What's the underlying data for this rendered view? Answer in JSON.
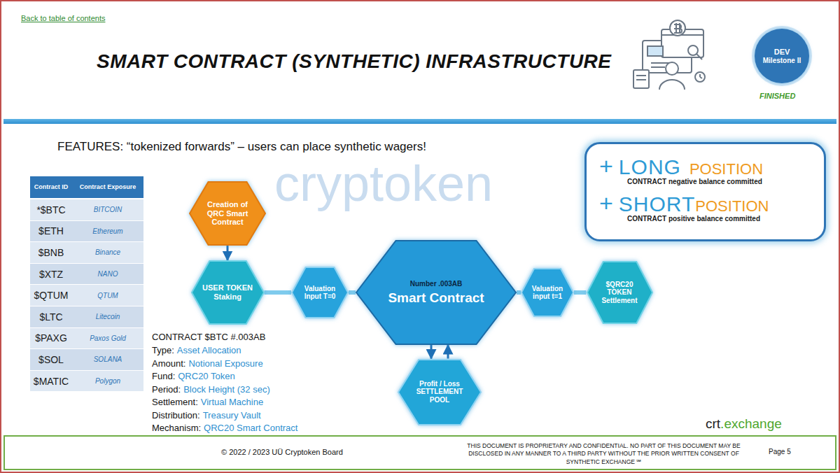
{
  "diagram": {
    "title": "SMART CONTRACT (SYNTHETIC) INFRASTRUCTURE",
    "nodes": [
      {
        "text": [
          "DEV",
          "Milestone II"
        ]
      },
      {
        "text": [
          "+",
          "LONG",
          "POSITION",
          "CONTRACT negative balance committed",
          "+",
          "SHORT",
          "POSITION",
          "CONTRACT positive balance committed"
        ]
      },
      {
        "text": [
          "Creation of QRC Smart Contract"
        ]
      },
      {
        "text": [
          "USER TOKEN Staking"
        ]
      },
      {
        "text": [
          "Valuation Input T=0"
        ]
      },
      {
        "text": [
          "Number .003AB",
          "Smart Contract"
        ]
      },
      {
        "text": [
          "Profit / Loss",
          "SETTLEMENT POOL"
        ]
      },
      {
        "text": [
          "Valuation input t=1"
        ]
      },
      {
        "text": [
          "$QRC20 TOKEN Settlement"
        ]
      }
    ],
    "edges": [
      {
        "from": 2,
        "to": 3,
        "arrow": "to"
      },
      {
        "from": 3,
        "to": 4,
        "arrow": "none"
      },
      {
        "from": 4,
        "to": 5,
        "arrow": "none"
      },
      {
        "from": 5,
        "to": 6,
        "arrow": "to"
      },
      {
        "from": 6,
        "to": 5,
        "arrow": "to"
      },
      {
        "from": 5,
        "to": 7,
        "arrow": "none"
      },
      {
        "from": 7,
        "to": 8,
        "arrow": "none"
      }
    ],
    "labels": [
      "Back to table of contents",
      "FINISHED",
      "FEATURES: “tokenized forwards” – users can place synthetic wagers!",
      "Contract ID",
      "Contract Exposure",
      "*$BTC",
      "BITCOIN",
      "$ETH",
      "Ethereum",
      "$BNB",
      "Binance",
      "$XTZ",
      "NANO",
      "$QTUM",
      "QTUM",
      "$LTC",
      "Litecoin",
      "$PAXG",
      "Paxos Gold",
      "$SOL",
      "SOLANA",
      "$MATIC",
      "Polygon",
      "CONTRACT $BTC #.003AB",
      "Type:",
      "Asset Allocation",
      "Amount:",
      "Notional Exposure",
      "Fund:",
      "QRC20 Token",
      "Period:",
      "Block Height (32 sec)",
      "Settlement:",
      "Virtual Machine",
      "Distribution:",
      "Treasury Vault",
      "Mechanism:",
      "QRC20 Smart Contract",
      "cryptoken",
      "crt",
      ".exchange",
      "© 2022 / 2023 UÜ Cryptoken Board",
      "THIS DOCUMENT IS PROPRIETARY AND CONFIDENTIAL. NO PART OF THIS DOCUMENT MAY BE DISCLOSED IN ANY MANNER TO A THIRD PARTY WITHOUT THE PRIOR WRITTEN CONSENT OF SYNTHETIC EXCHANGE ℠",
      "Page 5"
    ]
  }
}
